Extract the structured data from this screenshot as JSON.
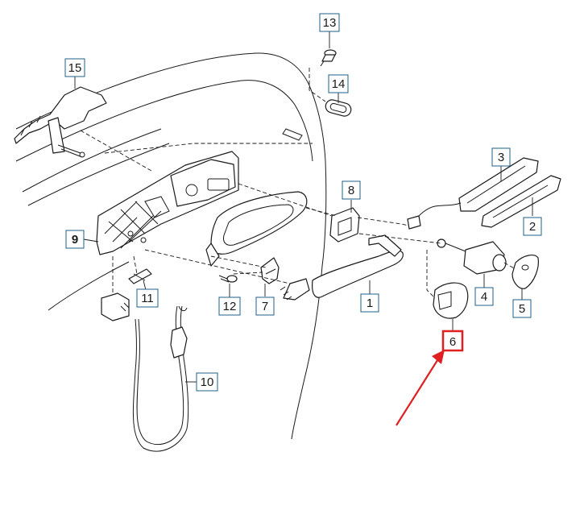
{
  "diagram": {
    "callouts": [
      {
        "id": "c1",
        "text": "1"
      },
      {
        "id": "c2",
        "text": "2"
      },
      {
        "id": "c3",
        "text": "3"
      },
      {
        "id": "c4",
        "text": "4"
      },
      {
        "id": "c5",
        "text": "5"
      },
      {
        "id": "c6",
        "text": "6",
        "highlighted": true
      },
      {
        "id": "c7",
        "text": "7"
      },
      {
        "id": "c8",
        "text": "8"
      },
      {
        "id": "c9",
        "text": "9"
      },
      {
        "id": "c10",
        "text": "10"
      },
      {
        "id": "c11",
        "text": "11"
      },
      {
        "id": "c12",
        "text": "12"
      },
      {
        "id": "c13",
        "text": "13"
      },
      {
        "id": "c14",
        "text": "14"
      },
      {
        "id": "c15",
        "text": "15"
      }
    ],
    "colors": {
      "line": "#1a1a1a",
      "label_border": "#1f5f8b",
      "highlight": "#e02020",
      "arrow": "#e02020",
      "background": "#ffffff"
    },
    "arrow_target": "6"
  }
}
